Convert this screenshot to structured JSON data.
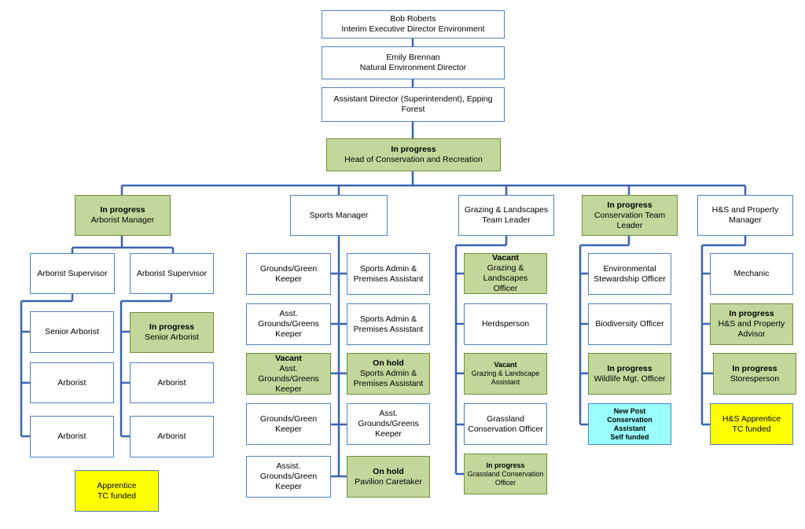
{
  "colors": {
    "line": "#3a63b4",
    "green_fill": "#c3d69b",
    "yellow_fill": "#ffff00",
    "cyan_fill": "#99ffff",
    "border": "#4f81bd"
  },
  "nodes": {
    "bob": {
      "l1": "Bob Roberts",
      "l2": "Interim Executive Director Environment"
    },
    "emily": {
      "l1": "Emily Brennan",
      "l2": "Natural Environment Director"
    },
    "assistant_dir": {
      "l1": "Assistant Director (Superintendent), Epping Forest"
    },
    "head_cons": {
      "l1": "In progress",
      "l2": "Head of Conservation and Recreation"
    },
    "arborist_mgr": {
      "l1": "In progress",
      "l2": "Arborist Manager"
    },
    "arb_sup_1": {
      "l1": "Arborist Supervisor"
    },
    "arb_sup_2": {
      "l1": "Arborist Supervisor"
    },
    "senior_arb": {
      "l1": "Senior Arborist"
    },
    "arborist_1": {
      "l1": "Arborist"
    },
    "arborist_2": {
      "l1": "Arborist"
    },
    "senior_arb_ip": {
      "l1": "In progress",
      "l2": "Senior Arborist"
    },
    "arborist_3": {
      "l1": "Arborist"
    },
    "arborist_4": {
      "l1": "Arborist"
    },
    "apprentice": {
      "l1": "Apprentice",
      "l2": "TC funded"
    },
    "sports_mgr": {
      "l1": "Sports Manager"
    },
    "gk_1": {
      "l1": "Grounds/Green",
      "l2": "Keeper"
    },
    "agk_1": {
      "l1": "Asst. Grounds/Greens",
      "l2": "Keeper"
    },
    "agk_vacant": {
      "l1": "Vacant",
      "l2": "Asst. Grounds/Greens",
      "l3": "Keeper"
    },
    "gk_2": {
      "l1": "Grounds/Green",
      "l2": "Keeper"
    },
    "agk_2": {
      "l1": "Assist. Grounds/Green",
      "l2": "Keeper"
    },
    "spa_1": {
      "l1": "Sports Admin &",
      "l2": "Premises Assistant"
    },
    "spa_2": {
      "l1": "Sports Admin &",
      "l2": "Premises Assistant"
    },
    "spa_hold": {
      "l1": "On hold",
      "l2": "Sports Admin &",
      "l3": "Premises Assistant"
    },
    "agk_3": {
      "l1": "Asst. Grounds/Greens",
      "l2": "Keeper"
    },
    "pavilion": {
      "l1": "On hold",
      "l2": "Pavilion Caretaker"
    },
    "grazing_tl": {
      "l1": "Grazing & Landscapes",
      "l2": "Team Leader"
    },
    "grazing_off": {
      "l1": "Vacant",
      "l2": "Grazing & Landscapes",
      "l3": "Officer"
    },
    "herdsperson": {
      "l1": "Herdsperson"
    },
    "grazing_asst": {
      "l1": "Vacant",
      "l2": "Grazing & Landscape",
      "l3": "Assistant"
    },
    "grassland_off": {
      "l1": "Grassland",
      "l2": "Conservation Officer"
    },
    "grassland_ip": {
      "l1": "In progress",
      "l2": "Grassland Conservation",
      "l3": "Officer"
    },
    "cons_tl": {
      "l1": "In progress",
      "l2": "Conservation Team Leader"
    },
    "env_steward": {
      "l1": "Environmental",
      "l2": "Stewardship Officer"
    },
    "biodiversity": {
      "l1": "Biodiversity Officer"
    },
    "wildlife": {
      "l1": "In progress",
      "l2": "Wildlife Mgt.  Officer"
    },
    "new_post": {
      "l1": "New Post",
      "l2": "Conservation Assistant",
      "l3": "Self funded"
    },
    "hs_mgr": {
      "l1": "H&S and Property",
      "l2": "Manager"
    },
    "mechanic": {
      "l1": "Mechanic"
    },
    "hs_advisor": {
      "l1": "In progress",
      "l2": "H&S and Property",
      "l3": "Advisor"
    },
    "storesperson": {
      "l1": "In progress",
      "l2": "Storesperson"
    },
    "hs_apprentice": {
      "l1": "H&S Apprentice",
      "l2": "TC funded"
    }
  }
}
